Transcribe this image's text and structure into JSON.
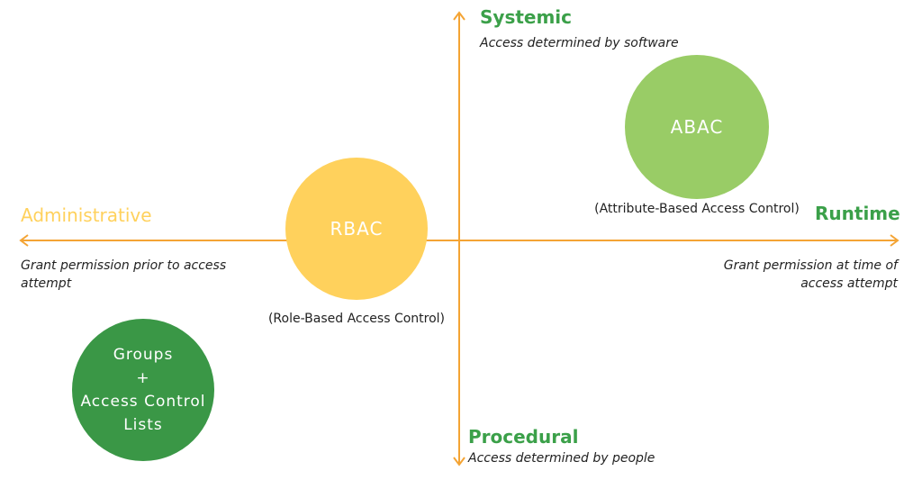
{
  "colors": {
    "axis": "#F4A434",
    "green": "#3BA049",
    "yellow": "#FFD15C",
    "light_green": "#99CC66",
    "dark_green": "#3A9746",
    "administrative": "#FFD15C"
  },
  "axes": {
    "top": {
      "title": "Systemic",
      "desc": "Access determined by software"
    },
    "bottom": {
      "title": "Procedural",
      "desc": "Access determined by people"
    },
    "left": {
      "title": "Administrative",
      "desc": "Grant permission prior to access attempt"
    },
    "right": {
      "title": "Runtime",
      "desc": "Grant permission at time of access attempt"
    }
  },
  "circles": {
    "rbac": {
      "label": "RBAC",
      "caption": "(Role-Based Access Control)"
    },
    "abac": {
      "label": "ABAC",
      "caption": "(Attribute-Based Access Control)"
    },
    "groups": {
      "line1": "Groups",
      "line2": "+",
      "line3": "Access Control",
      "line4": "Lists"
    }
  }
}
